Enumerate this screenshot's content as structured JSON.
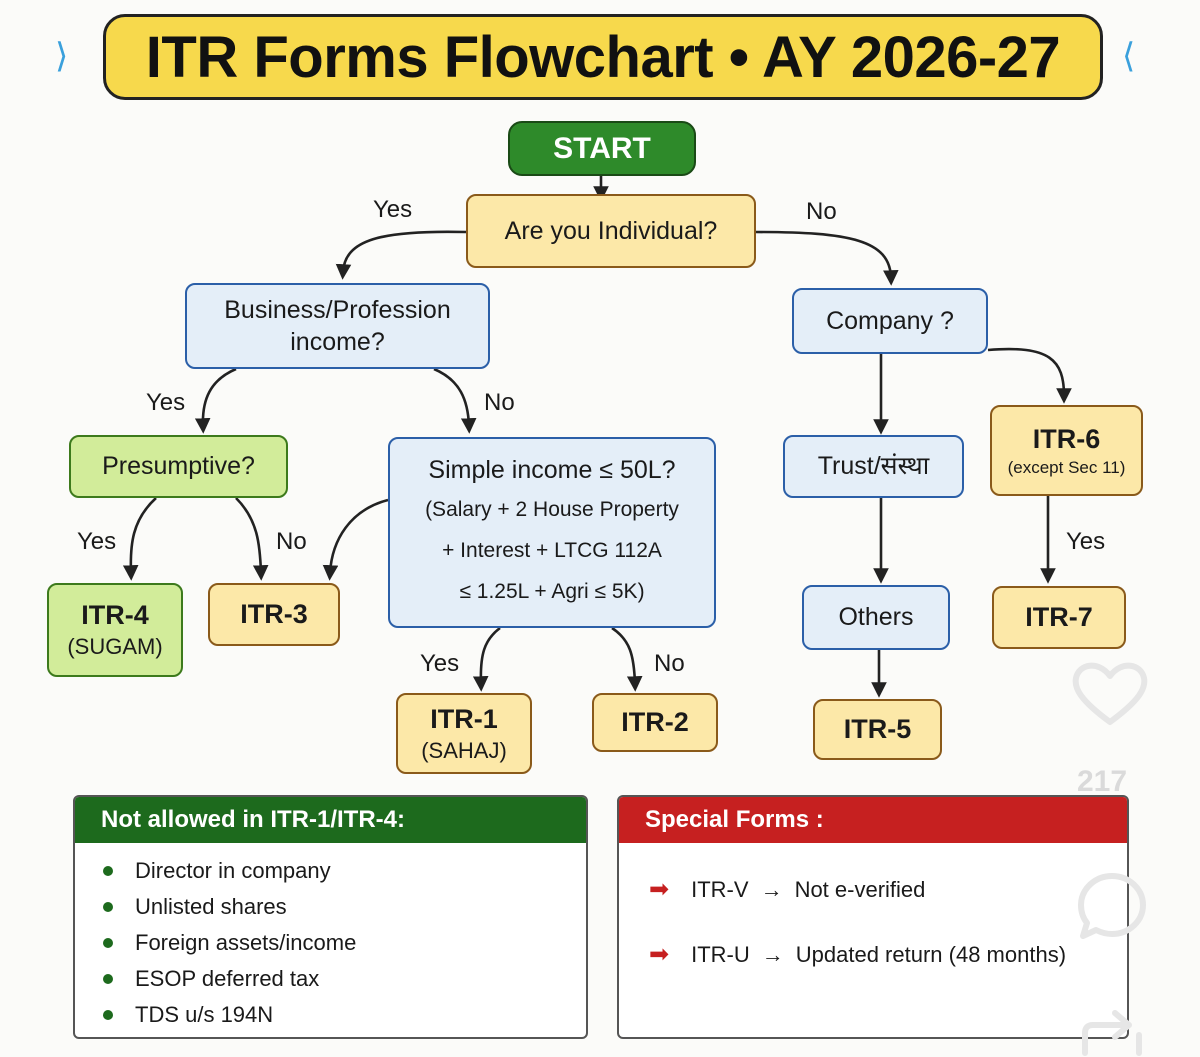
{
  "title": "ITR Forms Flowchart • AY 2026-27",
  "nodes": {
    "start": "START",
    "individual": "Are you Individual?",
    "business": [
      "Business/Profession",
      "income?"
    ],
    "company": "Company ?",
    "presumptive": "Presumptive?",
    "simple_income": {
      "line1": "Simple income ≤ 50L?",
      "line2": "(Salary + 2 House Property",
      "line3": "+ Interest + LTCG 112A",
      "line4": "≤ 1.25L + Agri ≤ 5K)"
    },
    "trust": "Trust/संस्था",
    "others": "Others",
    "itr1": {
      "name": "ITR-1",
      "sub": "(SAHAJ)"
    },
    "itr2": {
      "name": "ITR-2"
    },
    "itr3": {
      "name": "ITR-3"
    },
    "itr4": {
      "name": "ITR-4",
      "sub": "(SUGAM)"
    },
    "itr5": {
      "name": "ITR-5"
    },
    "itr6": {
      "name": "ITR-6",
      "sub": "(except Sec 11)"
    },
    "itr7": {
      "name": "ITR-7"
    }
  },
  "edge_labels": {
    "individual_yes": "Yes",
    "individual_no": "No",
    "business_yes": "Yes",
    "business_no": "No",
    "presumptive_yes": "Yes",
    "presumptive_no": "No",
    "simple_yes": "Yes",
    "simple_no": "No",
    "itr6_yes": "Yes"
  },
  "not_allowed": {
    "heading": "Not allowed in ITR-1/ITR-4:",
    "items": [
      "Director in company",
      "Unlisted shares",
      "Foreign assets/income",
      "ESOP deferred tax",
      "TDS u/s 194N"
    ]
  },
  "special_forms": {
    "heading": "Special Forms :",
    "rows": [
      {
        "form": "ITR-V",
        "desc": "Not e-verified"
      },
      {
        "form": "ITR-U",
        "desc": "Updated return (48 months)"
      }
    ]
  },
  "overlay": {
    "like_count": "217"
  },
  "colors": {
    "title_bg": "#f7d94c",
    "start_bg": "#2e8a2a",
    "yellow_node": "#fce8a8",
    "blue_node": "#e4eef8",
    "green_node": "#d2ec9a",
    "not_allowed_header": "#1d6a1d",
    "special_header": "#c62020"
  }
}
